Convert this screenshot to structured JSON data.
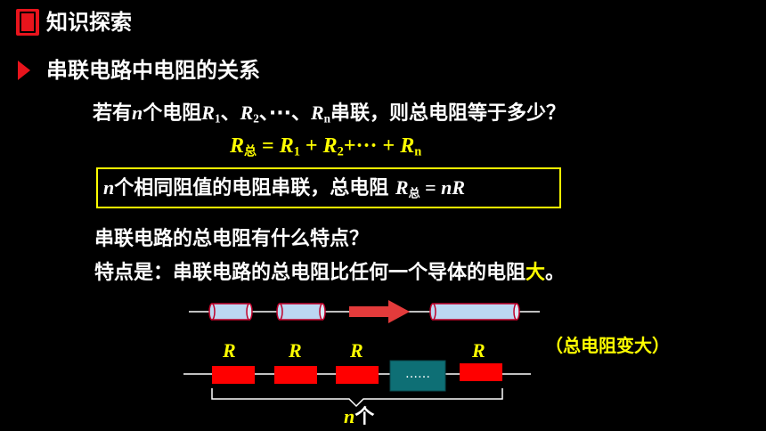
{
  "header": {
    "title": "知识探索"
  },
  "section": {
    "title": "串联电路中电阻的关系"
  },
  "question1": {
    "prefix": "若有",
    "n": "n",
    "mid": "个电阻",
    "r1": "R",
    "r1_sub": "1",
    "sep": "、",
    "r2": "R",
    "r2_sub": "2",
    "ellipsis": "···",
    "rn": "R",
    "rn_sub": "n",
    "suffix": "串联，则总电阻等于多少？"
  },
  "formula": {
    "R": "R",
    "total_sub": "总",
    "eq": " = ",
    "r1": "R",
    "r1_sub": "1",
    "plus1": " + ",
    "r2": "R",
    "r2_sub": "2",
    "plus2": "+··· + ",
    "rn": "R",
    "rn_sub": "n"
  },
  "boxed": {
    "n": "n",
    "text": "个相同阻值的电阻串联，总电阻 ",
    "R": "R",
    "total_sub": "总",
    "eq": " = ",
    "nR": "nR"
  },
  "question2": "串联电路的总电阻有什么特点？",
  "answer": {
    "text": "特点是：串联电路的总电阻比任何一个导体的电阻",
    "highlight": "大",
    "end": "。"
  },
  "diagram": {
    "label": "（总电阻变大）",
    "resistor_labels": [
      "R",
      "R",
      "R",
      "R"
    ],
    "dots": "……",
    "count_n": "n",
    "count_suffix": "个"
  },
  "colors": {
    "accent_red": "#e8141c",
    "yellow": "#ffff00",
    "cylinder": "#bcd7f2",
    "resistor": "#ff0000",
    "teal": "#0e6f75"
  }
}
